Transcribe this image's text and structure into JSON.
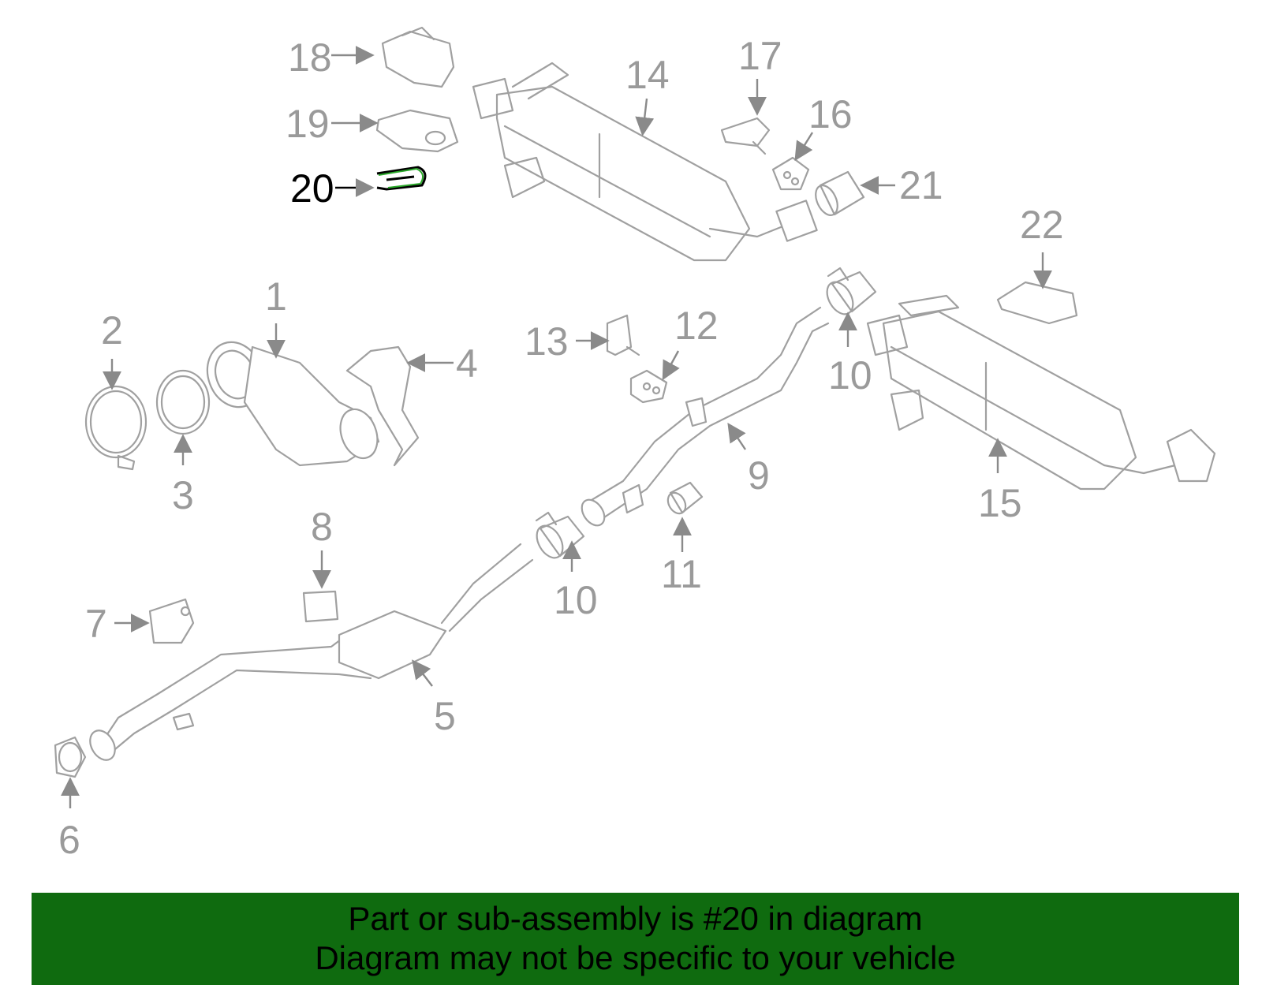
{
  "diagram": {
    "highlight_part": "20",
    "labels": {
      "p1": "1",
      "p2": "2",
      "p3": "3",
      "p4": "4",
      "p5": "5",
      "p6": "6",
      "p7": "7",
      "p8": "8",
      "p9": "9",
      "p10a": "10",
      "p10b": "10",
      "p11": "11",
      "p12": "12",
      "p13": "13",
      "p14": "14",
      "p15": "15",
      "p16": "16",
      "p17": "17",
      "p18": "18",
      "p19": "19",
      "p20": "20",
      "p21": "21",
      "p22": "22"
    },
    "colors": {
      "part_stroke": "#a0a0a0",
      "label": "#9a9a9a",
      "highlight": "#000000",
      "banner": "#0f6b0f"
    }
  },
  "banner": {
    "line1": "Part or sub-assembly is #20 in diagram",
    "line2": "Diagram may not be specific to your vehicle"
  }
}
